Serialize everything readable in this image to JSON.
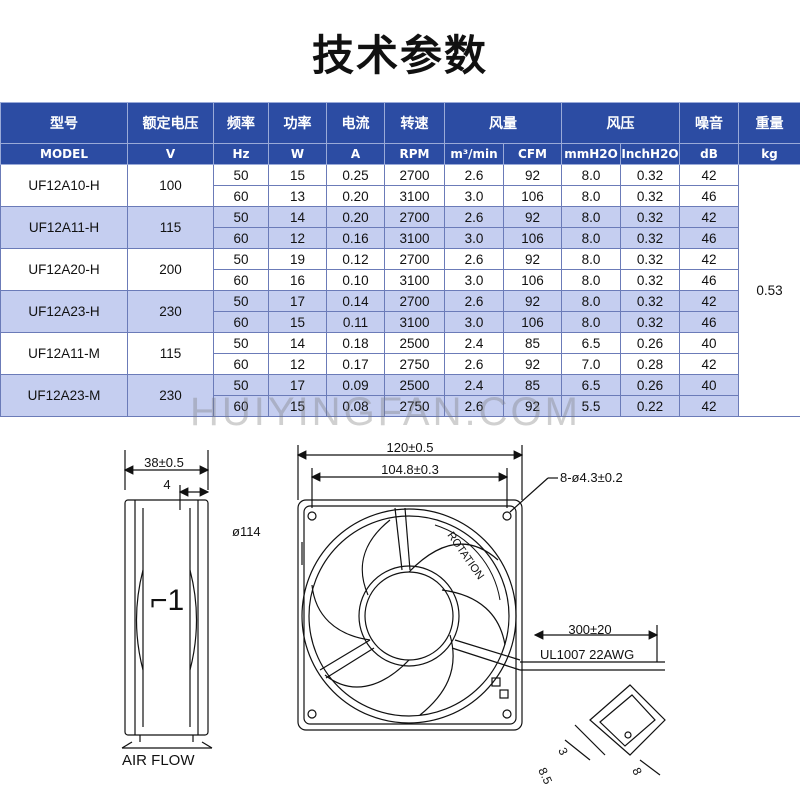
{
  "title": "技术参数",
  "table": {
    "headers_cn": [
      "型号",
      "额定电压",
      "频率",
      "功率",
      "电流",
      "转速",
      "风量",
      "风压",
      "噪音",
      "重量"
    ],
    "headers_en": [
      "MODEL",
      "V",
      "Hz",
      "W",
      "A",
      "RPM",
      "m³/min",
      "CFM",
      "mmH2O",
      "InchH2O",
      "dB",
      "kg"
    ],
    "weight": "0.53",
    "groups": [
      {
        "model": "UF12A10-H",
        "voltage": "100",
        "rows": [
          [
            "50",
            "15",
            "0.25",
            "2700",
            "2.6",
            "92",
            "8.0",
            "0.32",
            "42"
          ],
          [
            "60",
            "13",
            "0.20",
            "3100",
            "3.0",
            "106",
            "8.0",
            "0.32",
            "46"
          ]
        ]
      },
      {
        "model": "UF12A11-H",
        "voltage": "115",
        "rows": [
          [
            "50",
            "14",
            "0.20",
            "2700",
            "2.6",
            "92",
            "8.0",
            "0.32",
            "42"
          ],
          [
            "60",
            "12",
            "0.16",
            "3100",
            "3.0",
            "106",
            "8.0",
            "0.32",
            "46"
          ]
        ]
      },
      {
        "model": "UF12A20-H",
        "voltage": "200",
        "rows": [
          [
            "50",
            "19",
            "0.12",
            "2700",
            "2.6",
            "92",
            "8.0",
            "0.32",
            "42"
          ],
          [
            "60",
            "16",
            "0.10",
            "3100",
            "3.0",
            "106",
            "8.0",
            "0.32",
            "46"
          ]
        ]
      },
      {
        "model": "UF12A23-H",
        "voltage": "230",
        "rows": [
          [
            "50",
            "17",
            "0.14",
            "2700",
            "2.6",
            "92",
            "8.0",
            "0.32",
            "42"
          ],
          [
            "60",
            "15",
            "0.11",
            "3100",
            "3.0",
            "106",
            "8.0",
            "0.32",
            "46"
          ]
        ]
      },
      {
        "model": "UF12A11-M",
        "voltage": "115",
        "rows": [
          [
            "50",
            "14",
            "0.18",
            "2500",
            "2.4",
            "85",
            "6.5",
            "0.26",
            "40"
          ],
          [
            "60",
            "12",
            "0.17",
            "2750",
            "2.6",
            "92",
            "7.0",
            "0.28",
            "42"
          ]
        ]
      },
      {
        "model": "UF12A23-M",
        "voltage": "230",
        "rows": [
          [
            "50",
            "17",
            "0.09",
            "2500",
            "2.4",
            "85",
            "6.5",
            "0.26",
            "40"
          ],
          [
            "60",
            "15",
            "0.08",
            "2750",
            "2.6",
            "92",
            "5.5",
            "0.22",
            "42"
          ]
        ]
      }
    ]
  },
  "watermark": "HUIYINGFAN.COM",
  "drawing": {
    "side_width": "38±0.5",
    "side_depth": "4",
    "air_flow": "AIR FLOW",
    "outer_size": "120±0.5",
    "hole_pitch": "104.8±0.3",
    "hole_spec": "8-ø4.3±0.2",
    "diameter": "ø114",
    "rotation": "ROTATION",
    "lead_length": "300±20",
    "wire_spec": "UL1007 22AWG",
    "dim_3": "3",
    "dim_8_5": "8.5",
    "dim_8": "8",
    "arrow_glyph": "⌐1"
  },
  "colors": {
    "header_bg": "#2c4ca3",
    "row_alt": "#c5cef0",
    "border": "#6b7bb8"
  }
}
